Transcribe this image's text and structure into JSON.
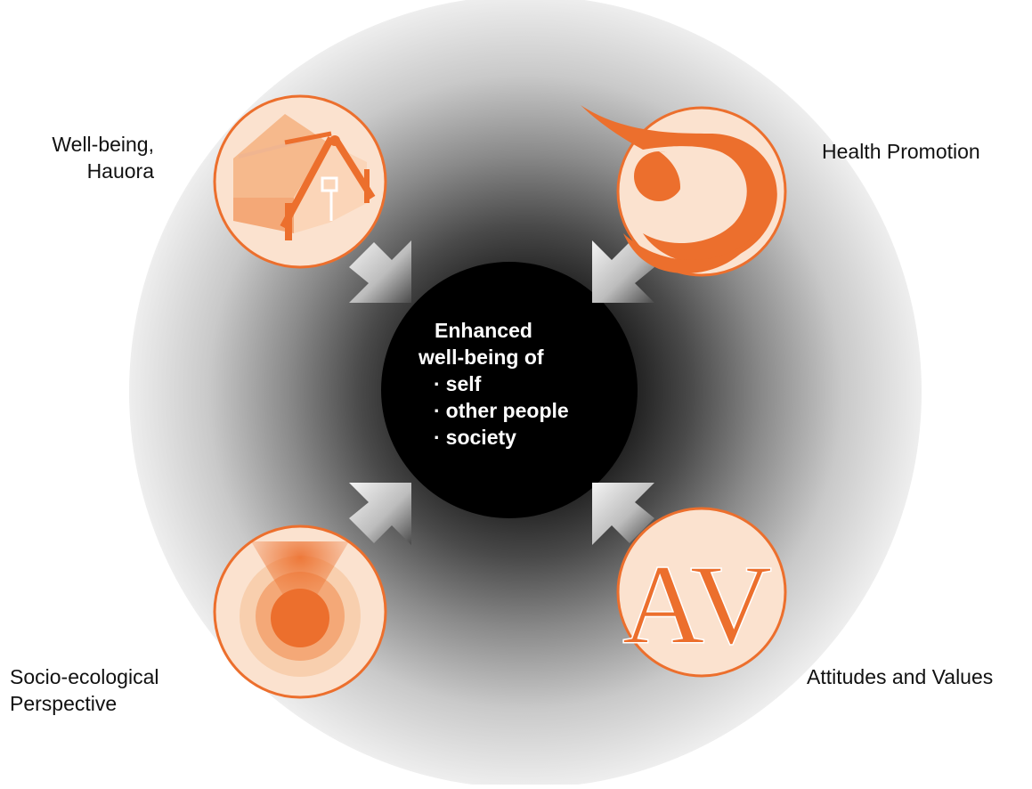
{
  "labels": {
    "top_left": [
      "Well-being,",
      "Hauora"
    ],
    "top_right": "Health Promotion",
    "bottom_left": [
      "Socio-ecological",
      "Perspective"
    ],
    "bottom_right": "Attitudes and Values"
  },
  "center": {
    "line1": "Enhanced",
    "line2": "well-being of",
    "bullet_char": "·",
    "items": [
      "self",
      "other people",
      "society"
    ]
  },
  "badges": {
    "attitudes_letters": "AV"
  },
  "colors": {
    "accent": "#ec6f2d",
    "accent_light": "#f8cfae",
    "accent_mid": "#f4a877",
    "center_fill": "#000000",
    "ring_outer": "#e8e8e8",
    "ring_inner": "#2a2a2a"
  },
  "icons": {
    "top_left": "house-frame-icon",
    "top_right": "swirl-icon",
    "bottom_left": "concentric-cone-icon",
    "bottom_right": "av-letters-icon",
    "arrows": "inward-arrow-icon"
  }
}
